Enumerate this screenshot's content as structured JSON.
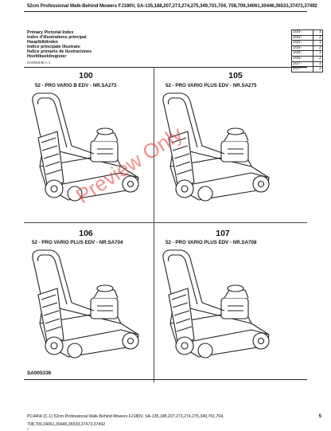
{
  "header": {
    "title": "52cm Professional Walk-Behind Mowers FJ180V, SA-135,188,207,273,274,275,349,701,704, 708,709,34061,30446,36533,37473,37492"
  },
  "index_titles": [
    "Primary Pictorial Index",
    "Index d'illustrations principal",
    "Hauptbildindex",
    "Indice principale illustrato",
    "Índice primario de ilustraciones",
    "Hoofdbeeldregister"
  ],
  "sa_code": "SA005336  A.1",
  "reference_table": [
    {
      "ref": "100-",
      "page": "1"
    },
    {
      "ref": "100-",
      "page": "2"
    },
    {
      "ref": "105-",
      "page": "1"
    },
    {
      "ref": "105-",
      "page": "2"
    },
    {
      "ref": "106-",
      "page": "1"
    },
    {
      "ref": "106-",
      "page": "2"
    },
    {
      "ref": "107-",
      "page": "1"
    },
    {
      "ref": "107-",
      "page": "2"
    }
  ],
  "panels": [
    {
      "number": "100",
      "title": "52 - PRO VARIO B EDV - NR.SA273"
    },
    {
      "number": "105",
      "title": "52 - PRO VARIO PLUS EDV - NR.SA275"
    },
    {
      "number": "106",
      "title": "52 - PRO VARIO PLUS EDV - NR.SA704"
    },
    {
      "number": "107",
      "title": "52 - PRO VARIO PLUS EDV - NR.SA708"
    }
  ],
  "bottom_code": "SA005336",
  "watermark": "Preview Only",
  "footer": {
    "line1": "PC4404   (C-1)          52cm          Professional          Walk-Behind          Mowers          FJ180V,          SA-135,188,207,273,274,275,349,701,704,",
    "line2": "708,709,34061,30446,36533,37473,37492",
    "tiny": "P",
    "page": "5"
  }
}
